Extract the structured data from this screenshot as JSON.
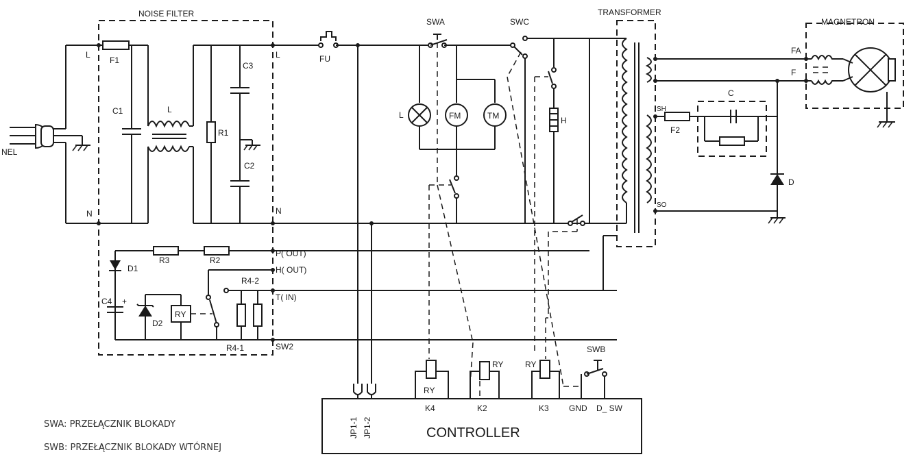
{
  "blocks": {
    "noise_filter": "NOISE FILTER",
    "transformer": "TRANSFORMER",
    "magnetron": "MAGNETRON",
    "controller": "CONTROLLER"
  },
  "switches": {
    "swa": "SWA",
    "swc": "SWC",
    "swb": "SWB"
  },
  "components": {
    "f1": "F1",
    "c1": "C1",
    "l_filter": "L",
    "r1": "R1",
    "c3": "C3",
    "c2": "C2",
    "fu": "FU",
    "lamp": "L",
    "fan_motor": "FM",
    "turntable_motor": "TM",
    "heater": "H",
    "f2": "F2",
    "capacitor": "C",
    "diode": "D",
    "d1": "D1",
    "d2": "D2",
    "c4": "C4",
    "r3": "R3",
    "r2": "R2",
    "r4_1": "R4-1",
    "r4_2": "R4-2",
    "ry": "RY",
    "plus": "+",
    "nel": "NEL"
  },
  "terminals": {
    "l_in": "L",
    "n_in": "N",
    "l_out": "L",
    "n_out": "N",
    "p_out": "P(  OUT)",
    "h_out": "H(  OUT)",
    "t_in": "T(  IN)",
    "sw2": "SW2",
    "fa": "FA",
    "f": "F",
    "sh": "SH",
    "so": "SO"
  },
  "controller_pins": {
    "jp1_1": "JP1-1",
    "jp1_2": "JP1-2",
    "k4": "K4",
    "k2": "K2",
    "k3": "K3",
    "gnd": "GND",
    "d_sw": "D_  SW"
  },
  "relays": {
    "ry_k4": "RY",
    "ry_k2": "RY",
    "ry_k3": "RY"
  },
  "legend": [
    "SWA: PRZEŁĄCZNIK BLOKADY",
    "SWB: PRZEŁĄCZNIK BLOKADY WTÓRNEJ"
  ]
}
